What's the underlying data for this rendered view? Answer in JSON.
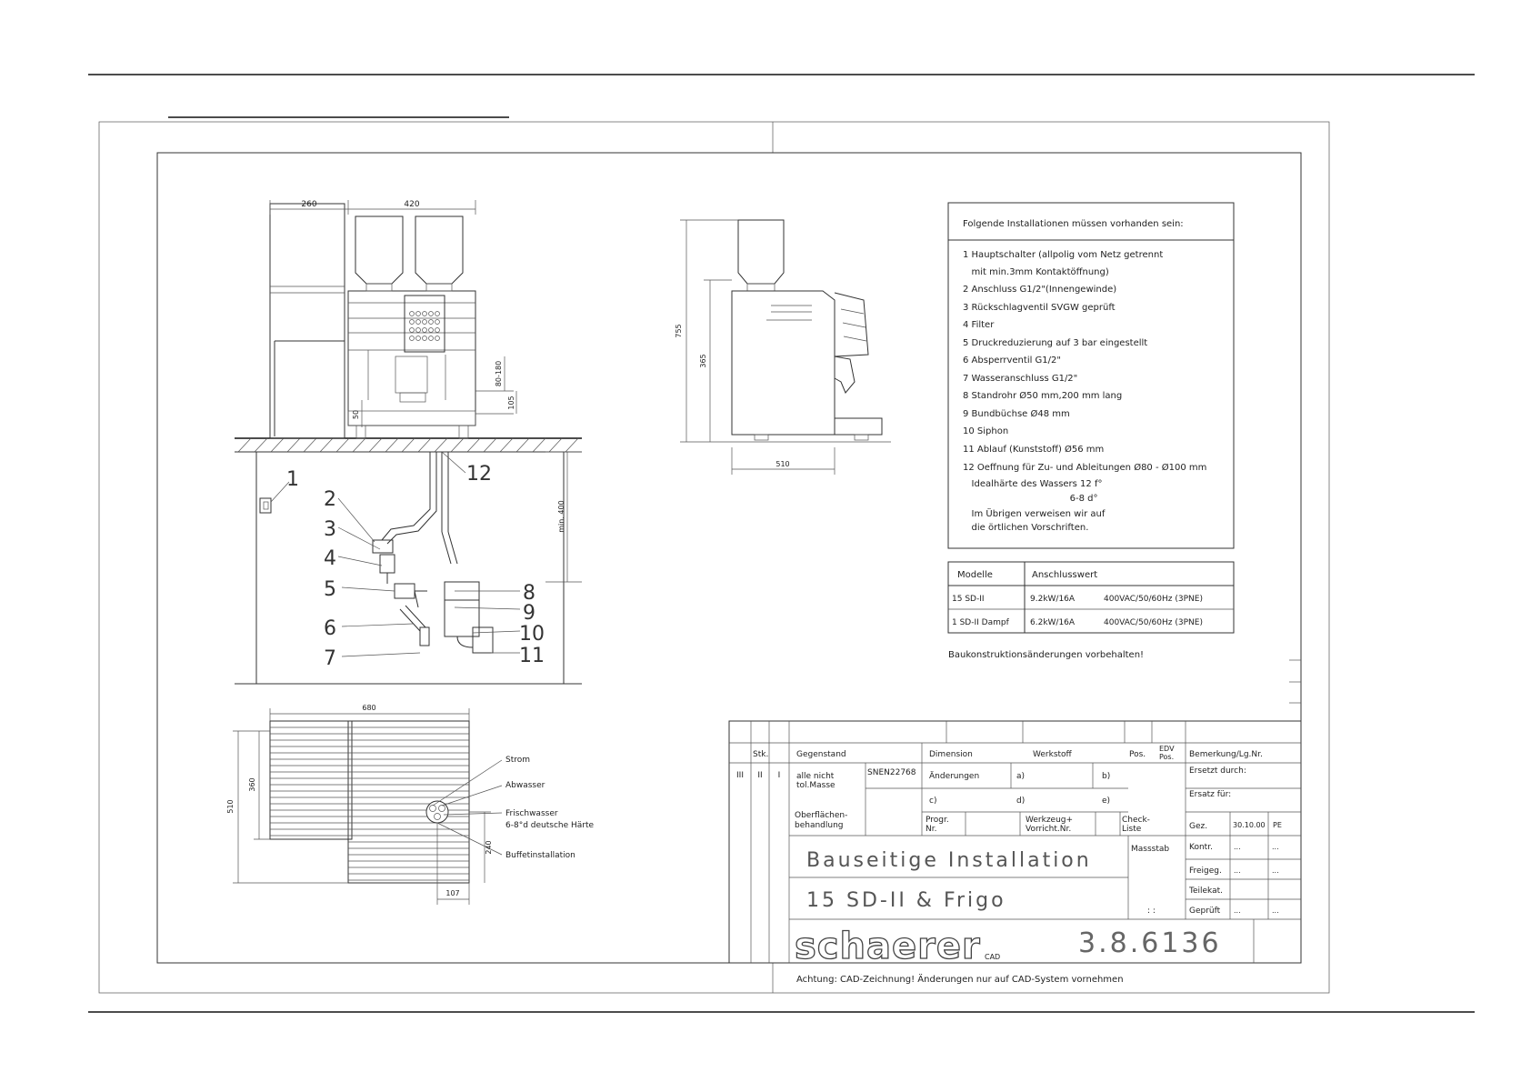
{
  "installation_list": {
    "header": "Folgende Installationen müssen vorhanden sein:",
    "items": [
      "1 Hauptschalter (allpolig vom Netz getrennt",
      "   mit min.3mm Kontaktöffnung)",
      "2 Anschluss G1/2\"(Innengewinde)",
      "3 Rückschlagventil SVGW geprüft",
      "4 Filter",
      "5 Druckreduzierung auf 3 bar eingestellt",
      "6 Absperrventil G1/2\"",
      "7 Wasseranschluss G1/2\"",
      "8 Standrohr Ø50 mm,200 mm lang",
      "9 Bundbüchse Ø48 mm",
      "10 Siphon",
      "11 Ablauf (Kunststoff) Ø56 mm",
      "12 Oeffnung für Zu- und Ableitungen Ø80 - Ø100 mm",
      "   Idealhärte des Wassers 12 f°",
      "                                     6-8 d°",
      "   Im Übrigen verweisen wir auf",
      "   die örtlichen Vorschriften."
    ]
  },
  "power_table": {
    "headers": [
      "Modelle",
      "Anschlusswert"
    ],
    "rows": [
      [
        "15 SD-II",
        "9.2kW/16A",
        "400VAC/50/60Hz (3PNE)"
      ],
      [
        "1 SD-II Dampf",
        "6.2kW/16A",
        "400VAC/50/60Hz (3PNE)"
      ]
    ],
    "note": "Baukonstruktionsänderungen vorbehalten!"
  },
  "front_view": {
    "dimensions": [
      "260",
      "420",
      "80-180",
      "105",
      "50",
      "min. 400"
    ],
    "callouts": [
      "1",
      "2",
      "3",
      "4",
      "5",
      "6",
      "7",
      "8",
      "9",
      "10",
      "11",
      "12"
    ]
  },
  "side_view": {
    "dimensions": [
      "755",
      "365",
      "510"
    ]
  },
  "plan_view": {
    "dimensions": [
      "680",
      "510",
      "360",
      "240",
      "107"
    ],
    "labels": [
      "Strom",
      "Abwasser",
      "Frischwasser",
      "6-8°d deutsche Härte",
      "Buffetinstallation"
    ]
  },
  "title_block": {
    "col_headers": [
      "Stk.",
      "Gegenstand",
      "Dimension",
      "Werkstoff",
      "Pos.",
      "EDV",
      "Pos.",
      "Bemerkung/Lg.Nr."
    ],
    "roman": [
      "III",
      "II",
      "I"
    ],
    "tolerance": [
      "alle nicht",
      "tol.Masse"
    ],
    "norm": "SNEN22768",
    "changes_label": "Änderungen",
    "change_slots": [
      "a)",
      "b)",
      "c)",
      "d)",
      "e)"
    ],
    "surface": [
      "Oberflächen-",
      "behandlung"
    ],
    "progr": [
      "Progr.",
      "Nr."
    ],
    "tool": [
      "Werkzeug+",
      "Vorricht.Nr."
    ],
    "check": [
      "Check-",
      "Liste"
    ],
    "scale_label": "Massstab",
    "scale_value": ": :",
    "replaced_by": "Ersetzt durch:",
    "replacement_for": "Ersatz für:",
    "drawn_label": "Gez.",
    "drawn_date": "30.10.00",
    "drawn_by": "PE",
    "approval_rows": [
      "Kontr.",
      "Freigeg.",
      "Teilekat.",
      "Geprüft"
    ],
    "approval_placeholder": "...",
    "title_line1": "Bauseitige Installation",
    "title_line2": "15 SD-II & Frigo",
    "company": "schaerer",
    "company_suffix": "CAD",
    "drawing_number": "3.8.6136",
    "cad_note": "Achtung: CAD-Zeichnung! Änderungen nur auf CAD-System vornehmen"
  }
}
